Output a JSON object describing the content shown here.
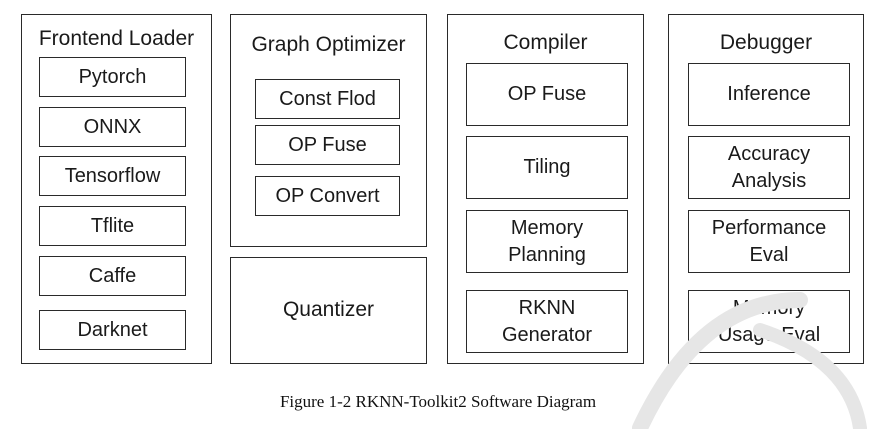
{
  "frontend": {
    "title": "Frontend Loader",
    "items": [
      "Pytorch",
      "ONNX",
      "Tensorflow",
      "Tflite",
      "Caffe",
      "Darknet"
    ]
  },
  "optimizer": {
    "title": "Graph Optimizer",
    "items": [
      "Const Flod",
      "OP Fuse",
      "OP Convert"
    ]
  },
  "quantizer": {
    "label": "Quantizer"
  },
  "compiler": {
    "title": "Compiler",
    "items": [
      "OP Fuse",
      "Tiling",
      "Memory\nPlanning",
      "RKNN\nGenerator"
    ]
  },
  "debugger": {
    "title": "Debugger",
    "items": [
      "Inference",
      "Accuracy\nAnalysis",
      "Performance\nEval",
      "Memory\nUsage Eval"
    ]
  },
  "caption": "Figure 1-2 RKNN-Toolkit2 Software Diagram",
  "colors": {
    "border": "#2a2a2a",
    "watermark": "#e6e6e6"
  }
}
